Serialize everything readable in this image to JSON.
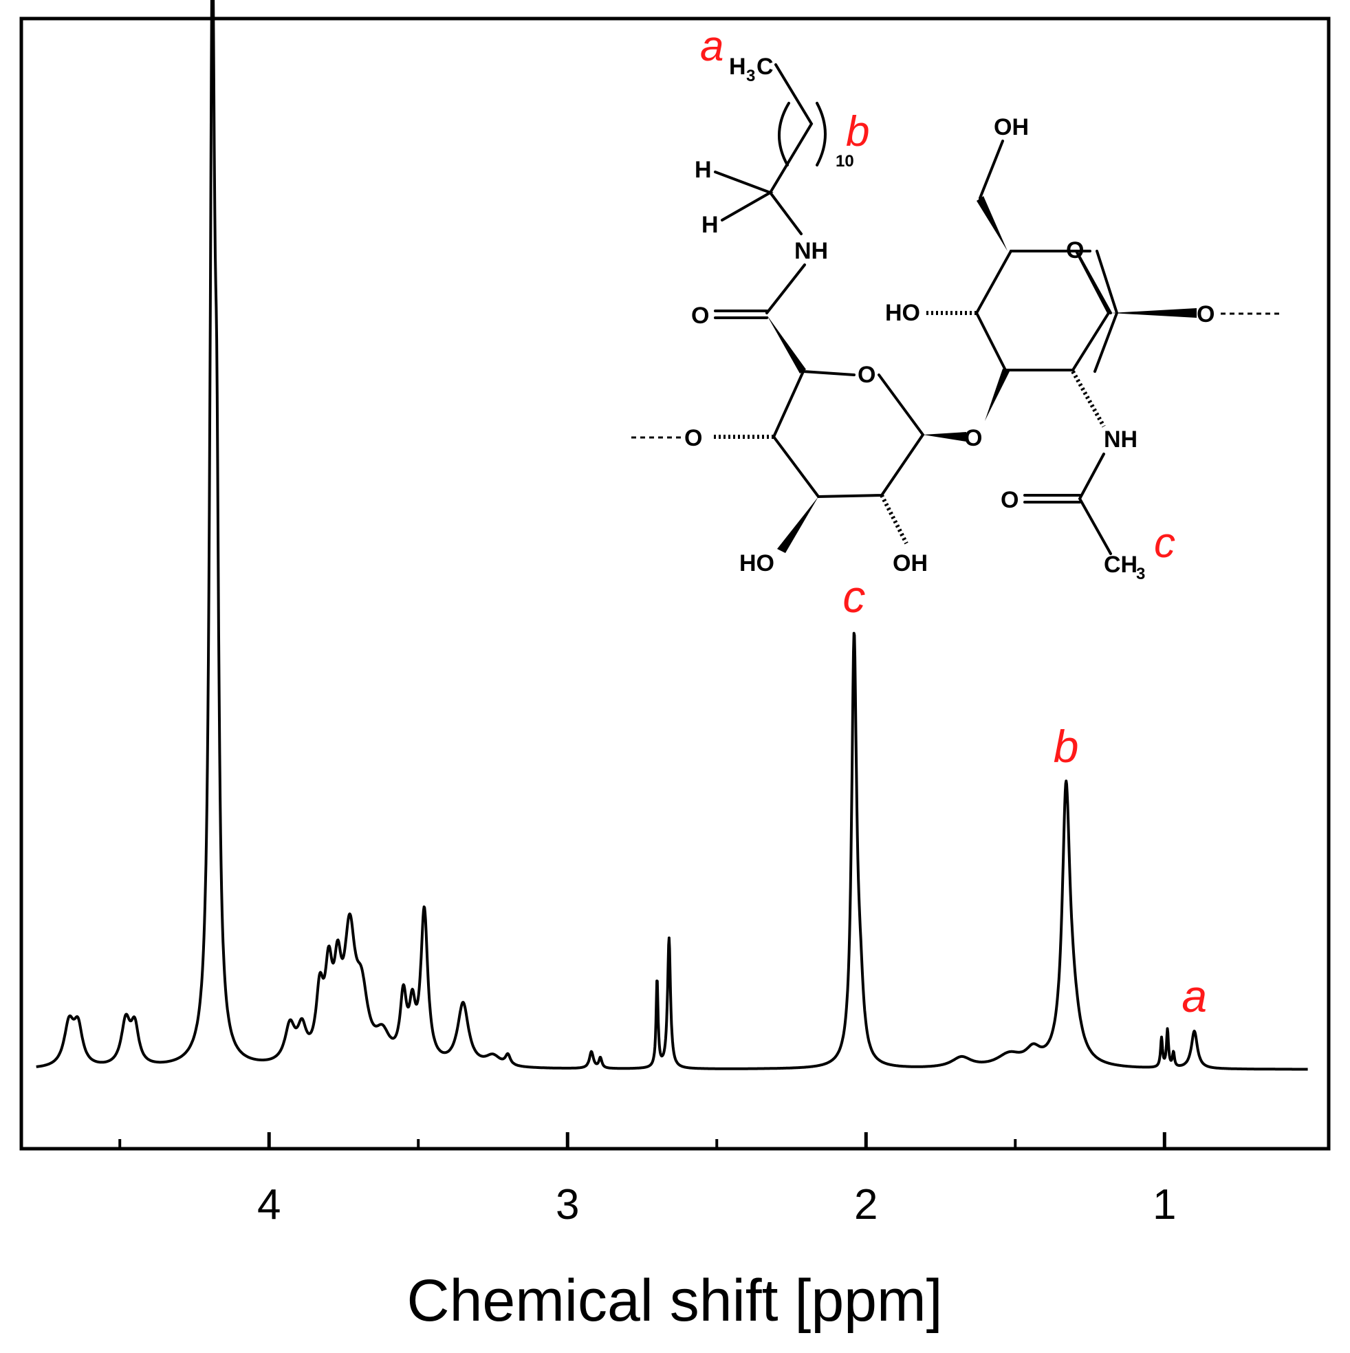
{
  "chart_data": {
    "type": "line",
    "title": "",
    "xlabel": "Chemical shift [ppm]",
    "ylabel": "",
    "xlim": [
      4.83,
      0.45
    ],
    "ylim": [
      -0.06,
      1.0
    ],
    "x_reversed": true,
    "x_ticks_major": [
      4,
      3,
      2,
      1
    ],
    "x_tick_labels": [
      "4",
      "3",
      "2",
      "1"
    ],
    "x_ticks_minor": [
      4.5,
      3.5,
      2.5,
      1.5
    ],
    "grid": false,
    "legend": "none",
    "series": [
      {
        "color": "#000000",
        "baseline": 0.0,
        "peaks": [
          {
            "x": 4.67,
            "h": 0.04,
            "w": 0.02
          },
          {
            "x": 4.64,
            "h": 0.036,
            "w": 0.018
          },
          {
            "x": 4.48,
            "h": 0.042,
            "w": 0.018
          },
          {
            "x": 4.45,
            "h": 0.036,
            "w": 0.016
          },
          {
            "x": 4.19,
            "h": 1.0,
            "w": 0.01
          },
          {
            "x": 4.175,
            "h": 0.38,
            "w": 0.008
          },
          {
            "x": 3.93,
            "h": 0.035,
            "w": 0.02
          },
          {
            "x": 3.89,
            "h": 0.03,
            "w": 0.018
          },
          {
            "x": 3.83,
            "h": 0.06,
            "w": 0.015
          },
          {
            "x": 3.8,
            "h": 0.075,
            "w": 0.015
          },
          {
            "x": 3.77,
            "h": 0.07,
            "w": 0.015
          },
          {
            "x": 3.73,
            "h": 0.115,
            "w": 0.022
          },
          {
            "x": 3.69,
            "h": 0.06,
            "w": 0.025
          },
          {
            "x": 3.62,
            "h": 0.025,
            "w": 0.03
          },
          {
            "x": 3.55,
            "h": 0.06,
            "w": 0.013
          },
          {
            "x": 3.52,
            "h": 0.045,
            "w": 0.012
          },
          {
            "x": 3.48,
            "h": 0.145,
            "w": 0.014
          },
          {
            "x": 3.35,
            "h": 0.06,
            "w": 0.022
          },
          {
            "x": 3.25,
            "h": 0.01,
            "w": 0.03
          },
          {
            "x": 3.2,
            "h": 0.01,
            "w": 0.01
          },
          {
            "x": 2.92,
            "h": 0.016,
            "w": 0.008
          },
          {
            "x": 2.89,
            "h": 0.01,
            "w": 0.006
          },
          {
            "x": 2.7,
            "h": 0.085,
            "w": 0.004
          },
          {
            "x": 2.66,
            "h": 0.125,
            "w": 0.006
          },
          {
            "x": 2.04,
            "h": 0.4,
            "w": 0.01
          },
          {
            "x": 2.02,
            "h": 0.06,
            "w": 0.014
          },
          {
            "x": 1.68,
            "h": 0.01,
            "w": 0.04
          },
          {
            "x": 1.52,
            "h": 0.012,
            "w": 0.05
          },
          {
            "x": 1.44,
            "h": 0.014,
            "w": 0.03
          },
          {
            "x": 1.33,
            "h": 0.24,
            "w": 0.015
          },
          {
            "x": 1.31,
            "h": 0.05,
            "w": 0.03
          },
          {
            "x": 1.01,
            "h": 0.028,
            "w": 0.004
          },
          {
            "x": 0.99,
            "h": 0.036,
            "w": 0.004
          },
          {
            "x": 0.97,
            "h": 0.014,
            "w": 0.004
          },
          {
            "x": 0.9,
            "h": 0.036,
            "w": 0.012
          }
        ]
      }
    ],
    "annotations": [
      {
        "text": "c",
        "x": 2.04
      },
      {
        "text": "b",
        "x": 1.33
      },
      {
        "text": "a",
        "x": 0.9
      }
    ]
  },
  "structure": {
    "label_a": "a",
    "label_b": "b",
    "label_c": "c",
    "h3c_main": "H",
    "h3c_sub": "3",
    "h3c_tail": "C",
    "repeat_sub": "10",
    "h_upper": "H",
    "h_lower": "H",
    "nh_top": "NH",
    "o_carbonyl_left": "O",
    "o_ring_left": "O",
    "o_link_left": "O",
    "o_glyco": "O",
    "ho_bottom_left": "HO",
    "oh_bottom_right": "OH",
    "oh_top": "OH",
    "o_ring_right": "O",
    "ho_mid": "HO",
    "o_link_right": "O",
    "nh_right": "NH",
    "o_carbonyl_right": "O",
    "ch3_main": "CH",
    "ch3_sub": "3"
  }
}
